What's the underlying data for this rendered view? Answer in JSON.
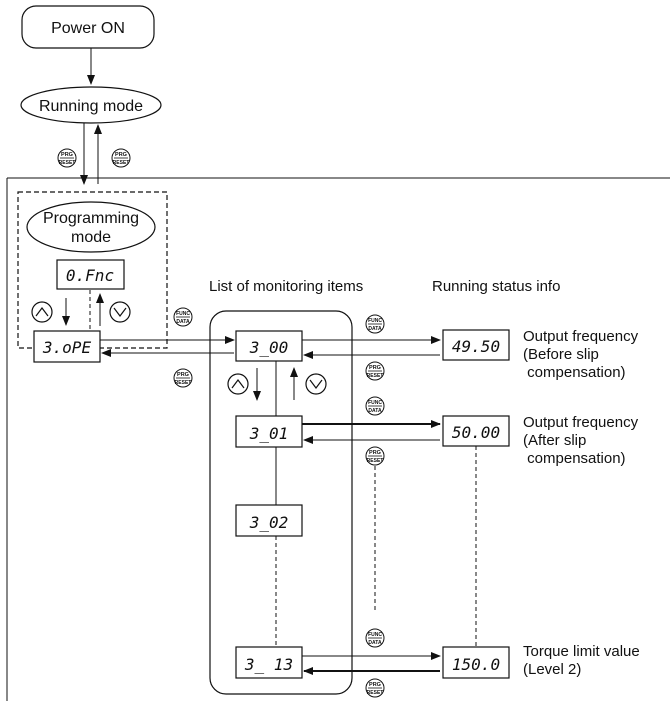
{
  "flow": {
    "power_on": "Power ON",
    "running_mode": "Running mode",
    "programming_mode_line1": "Programming",
    "programming_mode_line2": "mode"
  },
  "lcd": {
    "fnc": "0.Fnc",
    "ope": "3.oPE",
    "m00": "3_00",
    "m01": "3_01",
    "m02": "3_02",
    "m13": "3_ 13",
    "val1": "49.50",
    "val2": "50.00",
    "val3": "150.0"
  },
  "headings": {
    "list": "List of monitoring items",
    "status": "Running status info"
  },
  "status_labels": [
    {
      "l1": "Output frequency",
      "l2": "(Before slip",
      "l3": " compensation)"
    },
    {
      "l1": "Output frequency",
      "l2": "(After slip",
      "l3": " compensation)"
    },
    {
      "l1": "Torque limit value",
      "l2": "(Level 2)",
      "l3": ""
    }
  ],
  "keys": {
    "prg": "PRG",
    "reset": "RESET",
    "func": "FUNC",
    "data": "DATA"
  }
}
